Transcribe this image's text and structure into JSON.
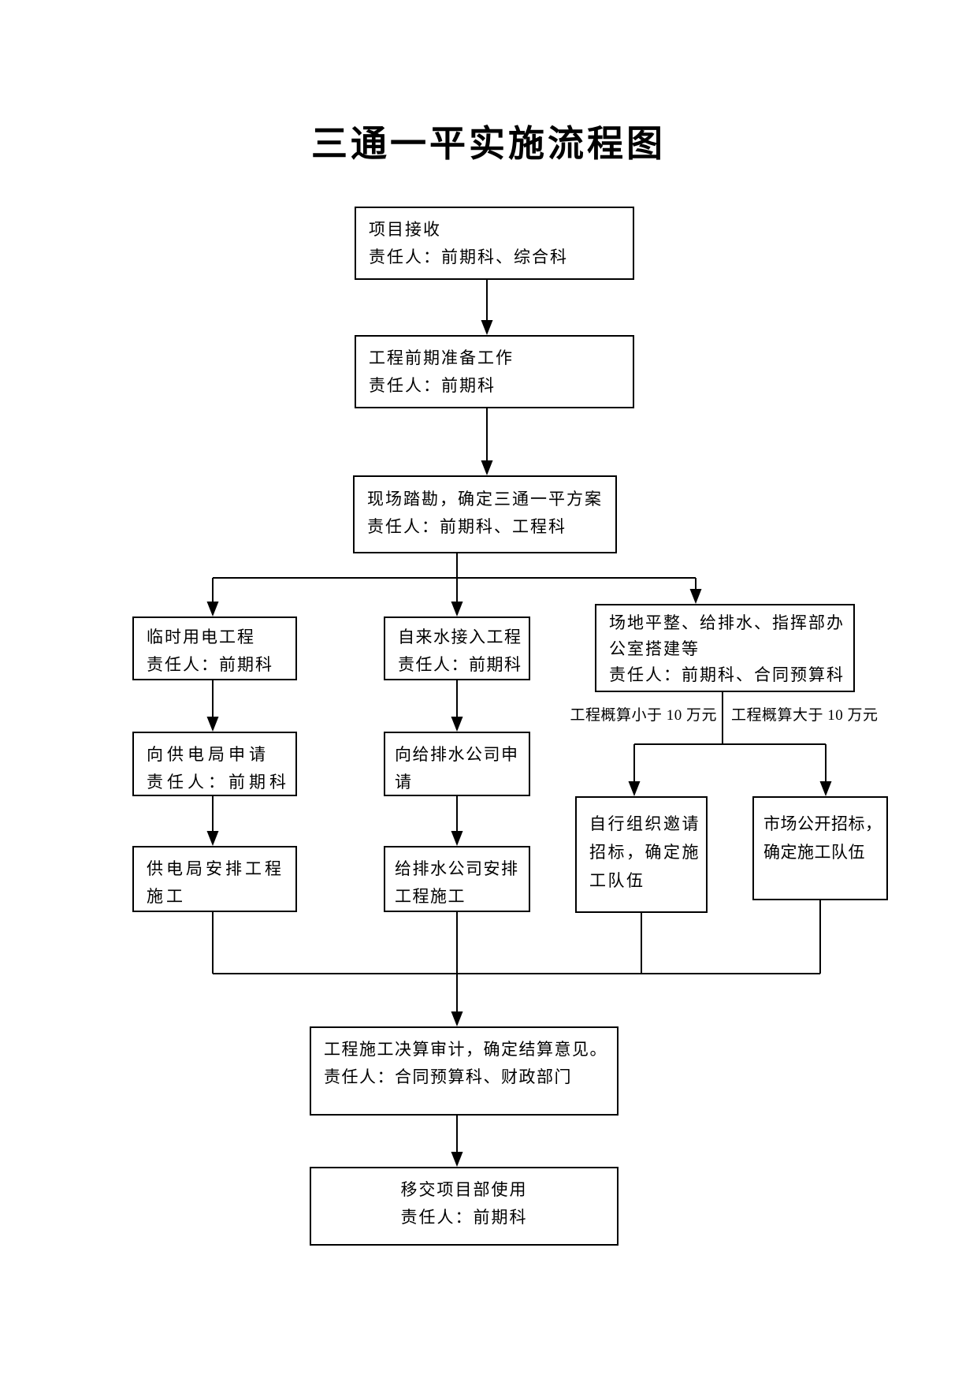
{
  "title": "三通一平实施流程图",
  "flow": {
    "project_receive": {
      "lines": [
        "项目接收",
        "责任人：前期科、综合科"
      ]
    },
    "preparation": {
      "lines": [
        "工程前期准备工作",
        "责任人：前期科"
      ]
    },
    "site_survey": {
      "lines": [
        "现场踏勘，确定三通一平方案",
        "责任人：前期科、工程科"
      ]
    },
    "temp_power": {
      "lines": [
        "临时用电工程",
        "责任人：前期科"
      ]
    },
    "water_connection": {
      "lines": [
        "自来水接入工程",
        "责任人：前期科"
      ]
    },
    "site_leveling": {
      "lines": [
        "场地平整、给排水、指挥部办",
        "公室搭建等",
        "责任人：前期科、合同预算科"
      ]
    },
    "apply_power": {
      "lines": [
        "向供电局申请",
        "责任人：前期科"
      ]
    },
    "apply_water": {
      "lines": [
        "向给排水公司申",
        "请"
      ]
    },
    "power_construct": {
      "lines": [
        "供电局安排工程",
        "施工"
      ]
    },
    "water_construct": {
      "lines": [
        "给排水公司安排",
        "工程施工"
      ]
    },
    "invited_bidding": {
      "lines": [
        "自行组织邀请",
        "招标，确定施",
        "工队伍"
      ]
    },
    "open_bidding": {
      "lines": [
        "市场公开招标，",
        "确定施工队伍"
      ]
    },
    "audit": {
      "lines": [
        "工程施工决算审计，确定结算意见。",
        "责任人：合同预算科、财政部门"
      ]
    },
    "handover": {
      "lines": [
        "移交项目部使用",
        "责任人：前期科"
      ]
    }
  },
  "condition_labels": {
    "under_100k": "工程概算小于 10 万元",
    "over_100k": "工程概算大于 10 万元"
  },
  "colors": {
    "line": "#000000",
    "background": "#ffffff",
    "text": "#000000"
  }
}
